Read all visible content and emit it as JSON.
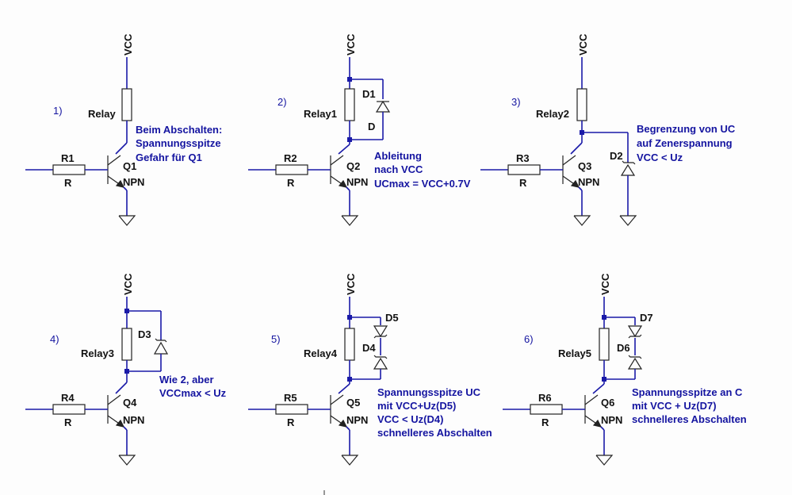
{
  "circuits": [
    {
      "number": "1)",
      "supply": "VCC",
      "relay": "Relay",
      "resistor": "R1",
      "resistor_value": "R",
      "transistor": "Q1",
      "transistor_type": "NPN",
      "note": [
        "Beim Abschalten:",
        "Spannungsspitze",
        "Gefahr für Q1"
      ]
    },
    {
      "number": "2)",
      "supply": "VCC",
      "relay": "Relay1",
      "diode": "D1",
      "diode_value": "D",
      "resistor": "R2",
      "resistor_value": "R",
      "transistor": "Q2",
      "transistor_type": "NPN",
      "note": [
        "Ableitung",
        "nach VCC",
        "UCmax = VCC+0.7V"
      ]
    },
    {
      "number": "3)",
      "supply": "VCC",
      "relay": "Relay2",
      "diode": "D2",
      "resistor": "R3",
      "resistor_value": "R",
      "transistor": "Q3",
      "transistor_type": "NPN",
      "note": [
        "Begrenzung von UC",
        "auf Zenerspannung",
        "VCC < Uz"
      ]
    },
    {
      "number": "4)",
      "supply": "VCC",
      "relay": "Relay3",
      "diode": "D3",
      "resistor": "R4",
      "resistor_value": "R",
      "transistor": "Q4",
      "transistor_type": "NPN",
      "note": [
        "Wie 2, aber",
        "VCCmax < Uz"
      ]
    },
    {
      "number": "5)",
      "supply": "VCC",
      "relay": "Relay4",
      "diode_a": "D5",
      "diode_b": "D4",
      "resistor": "R5",
      "resistor_value": "R",
      "transistor": "Q5",
      "transistor_type": "NPN",
      "note": [
        "Spannungsspitze UC",
        "mit VCC+Uz(D5)",
        "VCC < Uz(D4)",
        "schnelleres Abschalten"
      ]
    },
    {
      "number": "6)",
      "supply": "VCC",
      "relay": "Relay5",
      "diode_a": "D7",
      "diode_b": "D6",
      "resistor": "R6",
      "resistor_value": "R",
      "transistor": "Q6",
      "transistor_type": "NPN",
      "note": [
        "Spannungsspitze an C",
        "mit VCC + Uz(D7)",
        "schnelleres Abschalten"
      ]
    }
  ]
}
